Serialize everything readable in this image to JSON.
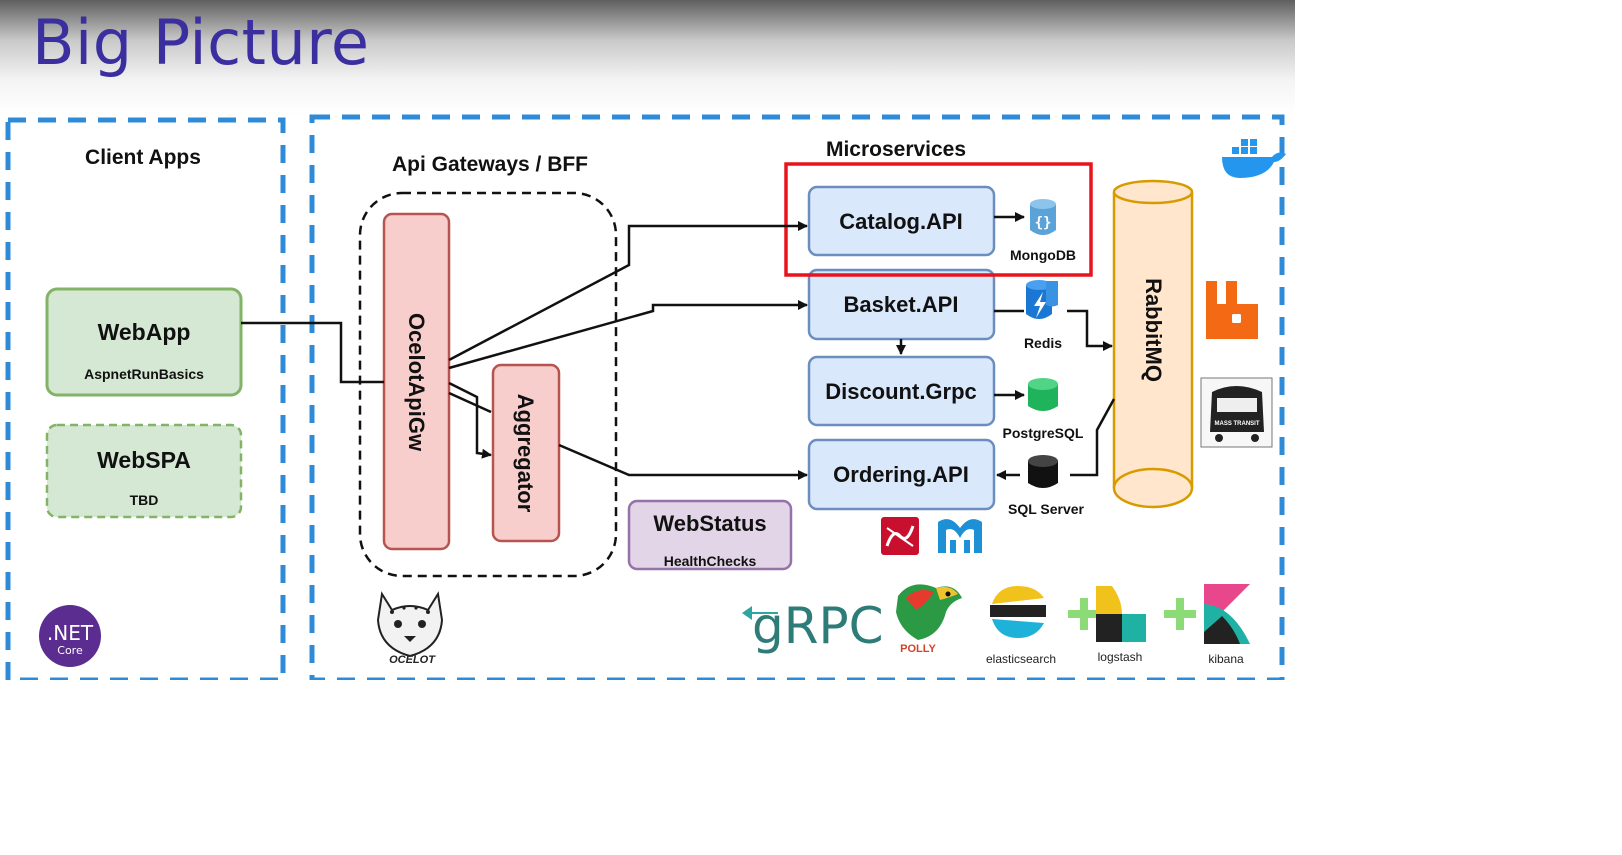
{
  "slide": {
    "title": "Big Picture"
  },
  "sections": {
    "client_apps": "Client Apps",
    "api_gateways": "Api Gateways / BFF",
    "microservices": "Microservices"
  },
  "clients": {
    "webapp": {
      "label": "WebApp",
      "sub": "AspnetRunBasics"
    },
    "webspa": {
      "label": "WebSPA",
      "sub": "TBD"
    }
  },
  "gateways": {
    "ocelot": "OcelotApiGw",
    "aggregator": "Aggregator"
  },
  "services": {
    "catalog": "Catalog.API",
    "basket": "Basket.API",
    "discount": "Discount.Grpc",
    "ordering": "Ordering.API"
  },
  "databases": {
    "mongodb": "MongoDB",
    "redis": "Redis",
    "postgresql": "PostgreSQL",
    "sqlserver": "SQL Server"
  },
  "broker": {
    "rabbitmq": "RabbitMQ"
  },
  "webstatus": {
    "label": "WebStatus",
    "sub": "HealthChecks"
  },
  "logos": {
    "dotnet": {
      "line1": ".NET",
      "line2": "Core"
    },
    "ocelot": "OCELOT",
    "grpc": "gRPC",
    "polly": "POLLY",
    "elasticsearch": "elasticsearch",
    "logstash": "logstash",
    "kibana": "kibana",
    "masstransit": "MASS TRANSIT"
  },
  "colors": {
    "title": "#3b2fa0",
    "dashed_border": "#2f8bd8",
    "client_green_fill": "#d5e8d4",
    "client_green_stroke": "#82b366",
    "gateway_red_fill": "#f8cecc",
    "gateway_red_stroke": "#b85450",
    "service_blue_fill": "#dae8fc",
    "service_blue_stroke": "#6c8ebf",
    "rabbit_fill": "#ffe6cc",
    "rabbit_stroke": "#d79b00",
    "webstatus_fill": "#e1d5e7",
    "webstatus_stroke": "#9673a6",
    "highlight_red": "#e8141c"
  }
}
